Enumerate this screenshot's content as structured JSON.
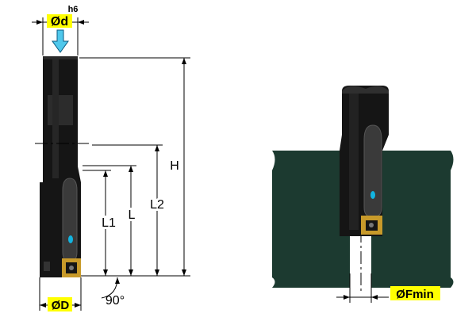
{
  "labels": {
    "shank_diameter": "Ød",
    "tolerance": "h6",
    "total_length": "H",
    "l2": "L2",
    "l": "L",
    "l1": "L1",
    "cutting_diameter": "ØD",
    "angle": "90°",
    "min_bore_diameter": "ØFmin"
  },
  "colors": {
    "tool_body": "#151515",
    "tool_highlight": "#3a3a3a",
    "workpiece": "#1c3a30",
    "label_highlight": "#ffff00",
    "arrow": "#4fc8ec",
    "coolant_dot": "#12b4e0",
    "insert": "#c89a2a"
  }
}
